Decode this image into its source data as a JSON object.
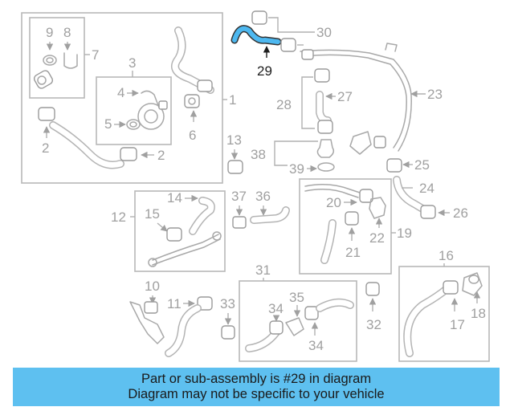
{
  "diagram": {
    "highlight_color": "#4db8f0",
    "banner_color": "#5ec0f0",
    "labels": {
      "l1": "1",
      "l2a": "2",
      "l2b": "2",
      "l3": "3",
      "l4": "4",
      "l5": "5",
      "l6": "6",
      "l7": "7",
      "l8": "8",
      "l9": "9",
      "l10": "10",
      "l11": "11",
      "l12": "12",
      "l13": "13",
      "l14": "14",
      "l15": "15",
      "l16": "16",
      "l17": "17",
      "l18": "18",
      "l19": "19",
      "l20": "20",
      "l21": "21",
      "l22": "22",
      "l23": "23",
      "l24": "24",
      "l25": "25",
      "l26": "26",
      "l27": "27",
      "l28": "28",
      "l29": "29",
      "l30": "30",
      "l31": "31",
      "l32": "32",
      "l33": "33",
      "l34a": "34",
      "l34b": "34",
      "l35": "35",
      "l36": "36",
      "l37": "37",
      "l38": "38",
      "l39": "39"
    }
  },
  "banner": {
    "line1": "Part or sub-assembly is #29 in diagram",
    "line2": "Diagram may not be specific to your vehicle"
  }
}
